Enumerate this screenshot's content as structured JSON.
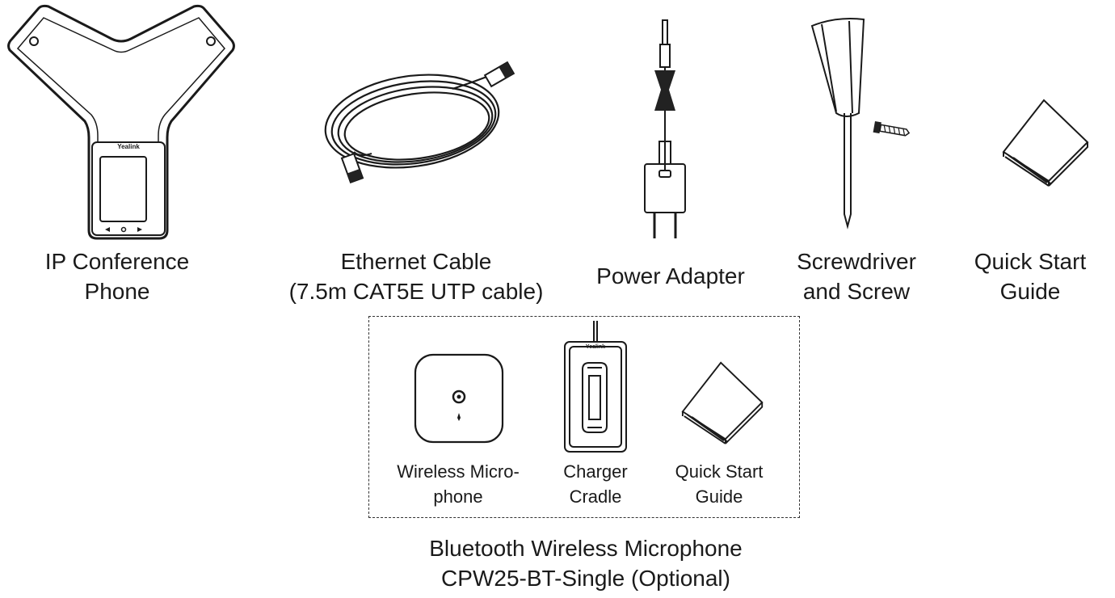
{
  "items": [
    {
      "id": "phone",
      "label_lines": [
        "IP Conference",
        "Phone"
      ],
      "icon": "conference-phone-icon",
      "logo_text": "Yealink"
    },
    {
      "id": "ethernet",
      "label_lines": [
        "Ethernet Cable",
        "(7.5m CAT5E UTP cable)"
      ],
      "icon": "ethernet-cable-icon"
    },
    {
      "id": "adapter",
      "label_lines": [
        "Power Adapter"
      ],
      "icon": "power-adapter-icon"
    },
    {
      "id": "screwdriver",
      "label_lines": [
        "Screwdriver",
        "and Screw"
      ],
      "icon": "screwdriver-icon"
    },
    {
      "id": "guide",
      "label_lines": [
        "Quick Start",
        "Guide"
      ],
      "icon": "booklet-icon"
    }
  ],
  "bundle": {
    "title_lines": [
      "Bluetooth Wireless Microphone",
      "CPW25-BT-Single (Optional)"
    ],
    "items": [
      {
        "id": "mic",
        "label_lines": [
          "Wireless Micro-",
          "phone"
        ],
        "icon": "wireless-microphone-icon"
      },
      {
        "id": "cradle",
        "label_lines": [
          "Charger",
          "Cradle"
        ],
        "icon": "charger-cradle-icon",
        "logo_text": "Yealink"
      },
      {
        "id": "guide2",
        "label_lines": [
          "Quick Start",
          "Guide"
        ],
        "icon": "booklet-icon"
      }
    ]
  },
  "colors": {
    "line": "#1a1a1a",
    "fill_dark": "#222222"
  }
}
